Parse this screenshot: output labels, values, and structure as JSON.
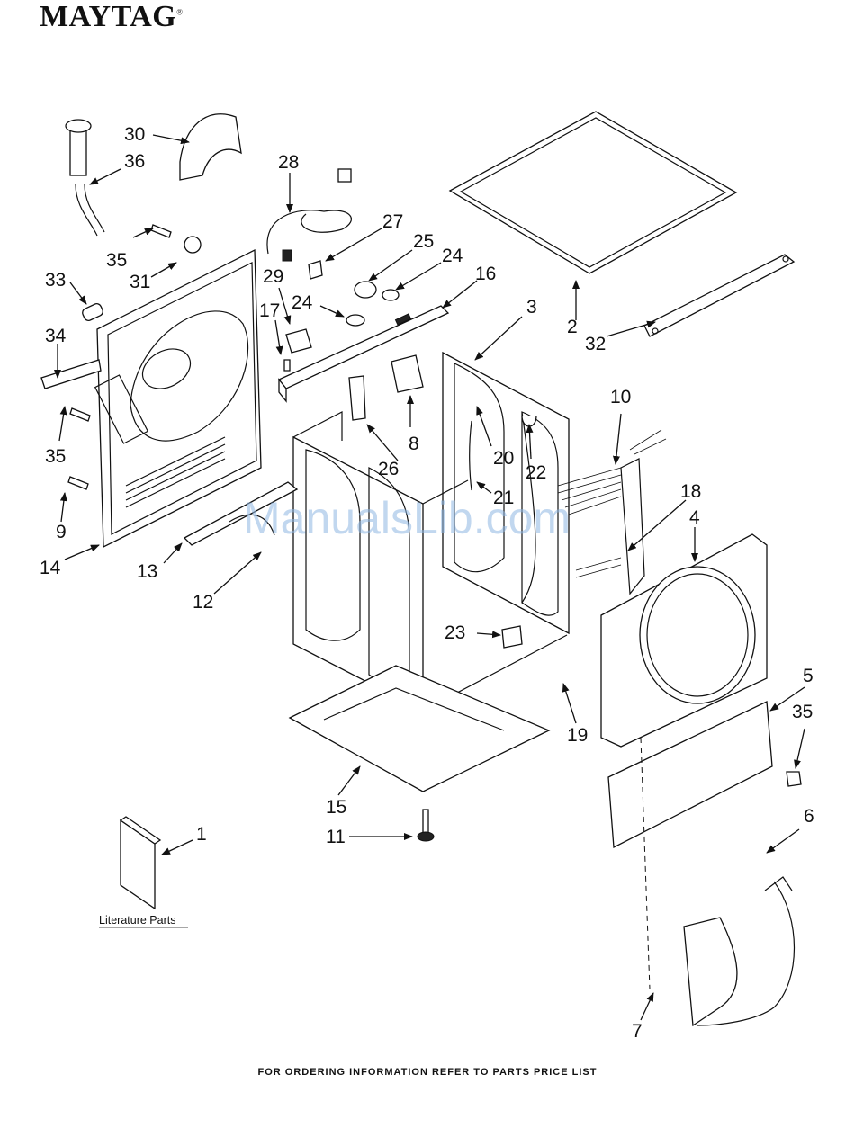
{
  "brand": "MAYTAG",
  "brand_mark": "®",
  "watermark": "ManualsLib.com",
  "footer": "FOR ORDERING INFORMATION REFER TO PARTS PRICE LIST",
  "literature_label": "Literature Parts",
  "callouts": {
    "c1": "1",
    "c2": "2",
    "c3": "3",
    "c4": "4",
    "c5": "5",
    "c6": "6",
    "c7": "7",
    "c8": "8",
    "c9": "9",
    "c10": "10",
    "c11": "11",
    "c12": "12",
    "c13": "13",
    "c14": "14",
    "c15": "15",
    "c16": "16",
    "c17": "17",
    "c18": "18",
    "c19": "19",
    "c20": "20",
    "c21": "21",
    "c22": "22",
    "c23": "23",
    "c24a": "24",
    "c24b": "24",
    "c25": "25",
    "c26": "26",
    "c27": "27",
    "c28": "28",
    "c29": "29",
    "c30": "30",
    "c31": "31",
    "c32": "32",
    "c33": "33",
    "c34": "34",
    "c35a": "35",
    "c35b": "35",
    "c35c": "35",
    "c36": "36"
  }
}
